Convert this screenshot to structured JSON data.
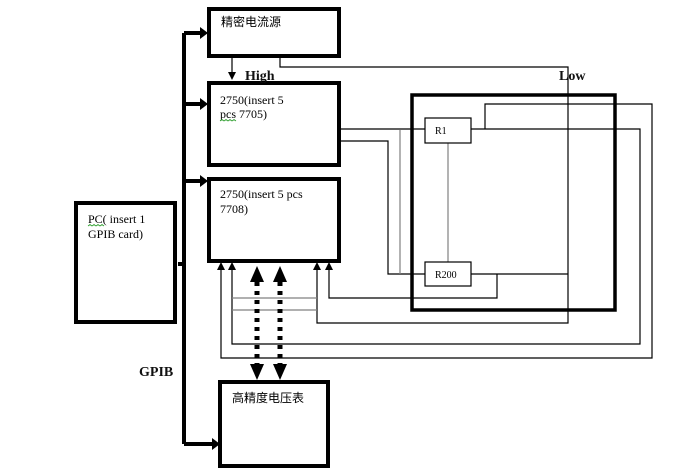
{
  "diagram": {
    "nodes": {
      "current_source": {
        "label": "精密电流源"
      },
      "unit_7705": {
        "label_line1": "2750(insert 5",
        "label_line2": "pcs 7705)"
      },
      "unit_7708": {
        "label_line1": "2750(insert 5 pcs",
        "label_line2": "7708)"
      },
      "pc": {
        "label_line1": "PC( insert 1",
        "label_line2": "GPIB card)"
      },
      "voltmeter": {
        "label": "高精度电压表"
      },
      "resistor_r1": {
        "label": "R1"
      },
      "resistor_r200": {
        "label": "R200"
      }
    },
    "labels": {
      "high": "High",
      "low": "Low",
      "gpib": "GPIB"
    }
  }
}
